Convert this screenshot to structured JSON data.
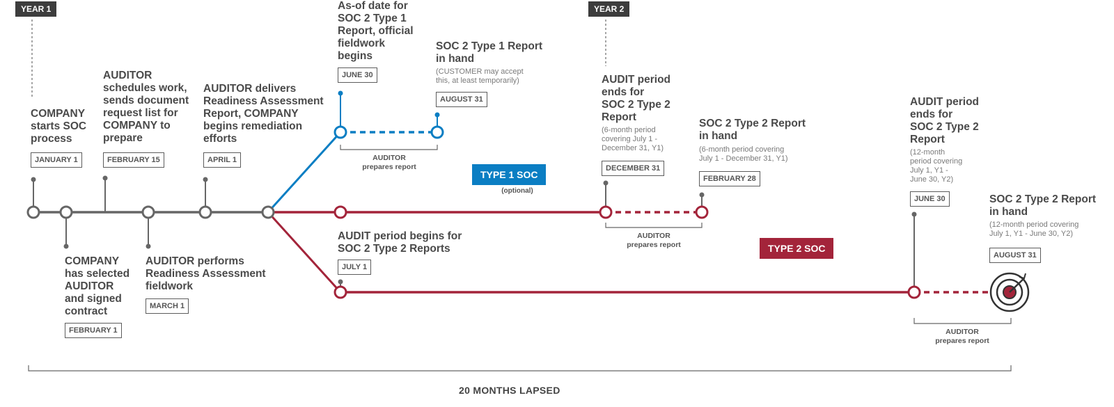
{
  "colors": {
    "gray": "#666666",
    "blue": "#0b7ec3",
    "red": "#a3243a",
    "dark": "#3d3d3d"
  },
  "years": {
    "year1": "YEAR 1",
    "year2": "YEAR 2"
  },
  "milestones": {
    "start": {
      "text": "COMPANY\nstarts SOC\nprocess",
      "date": "JANUARY 1"
    },
    "contract": {
      "text": "COMPANY\nhas selected\nAUDITOR\nand signed\ncontract",
      "date": "FEBRUARY 1"
    },
    "schedule": {
      "text": "AUDITOR\nschedules work,\nsends document\nrequest list for\nCOMPANY to\nprepare",
      "date": "FEBRUARY 15"
    },
    "readiness_fieldwork": {
      "text": "AUDITOR performs\nReadiness Assessment\nfieldwork",
      "date": "MARCH 1"
    },
    "readiness_report": {
      "text": "AUDITOR delivers\nReadiness Assessment\nReport, COMPANY\nbegins remediation\nefforts",
      "date": "APRIL 1"
    },
    "type1_asof": {
      "text": "As-of date for\nSOC 2 Type 1\nReport, official\nfieldwork\nbegins",
      "date": "JUNE 30"
    },
    "type1_inhand": {
      "text": "SOC 2 Type 1 Report\nin hand",
      "note": "(CUSTOMER may accept\nthis, at least temporarily)",
      "date": "AUGUST 31"
    },
    "type2_begin": {
      "text": "AUDIT period begins for\nSOC 2 Type 2 Reports",
      "date": "JULY 1"
    },
    "type2_6mo_end": {
      "text": "AUDIT period\nends for\nSOC 2 Type 2\nReport",
      "note": "(6-month period\ncovering July 1 -\nDecember 31, Y1)",
      "date": "DECEMBER 31"
    },
    "type2_6mo_inhand": {
      "text": "SOC 2 Type 2 Report\nin hand",
      "note": "(6-month period covering\nJuly 1 - December 31, Y1)",
      "date": "FEBRUARY 28"
    },
    "type2_12mo_end": {
      "text": "AUDIT period\nends for\nSOC 2 Type 2\nReport",
      "note": "(12-month\nperiod covering\nJuly 1, Y1 -\nJune 30, Y2)",
      "date": "JUNE 30"
    },
    "type2_12mo_inhand": {
      "text": "SOC 2 Type 2 Report\nin hand",
      "note": "(12-month period covering\nJuly 1, Y1 - June 30, Y2)",
      "date": "AUGUST 31"
    }
  },
  "prepares": {
    "line1": "AUDITOR",
    "line2": "prepares report"
  },
  "badges": {
    "type1": "TYPE 1 SOC",
    "type1_note": "(optional)",
    "type2": "TYPE 2 SOC"
  },
  "lapsed": "20 MONTHS LAPSED",
  "icons": {
    "target": "target-icon"
  }
}
